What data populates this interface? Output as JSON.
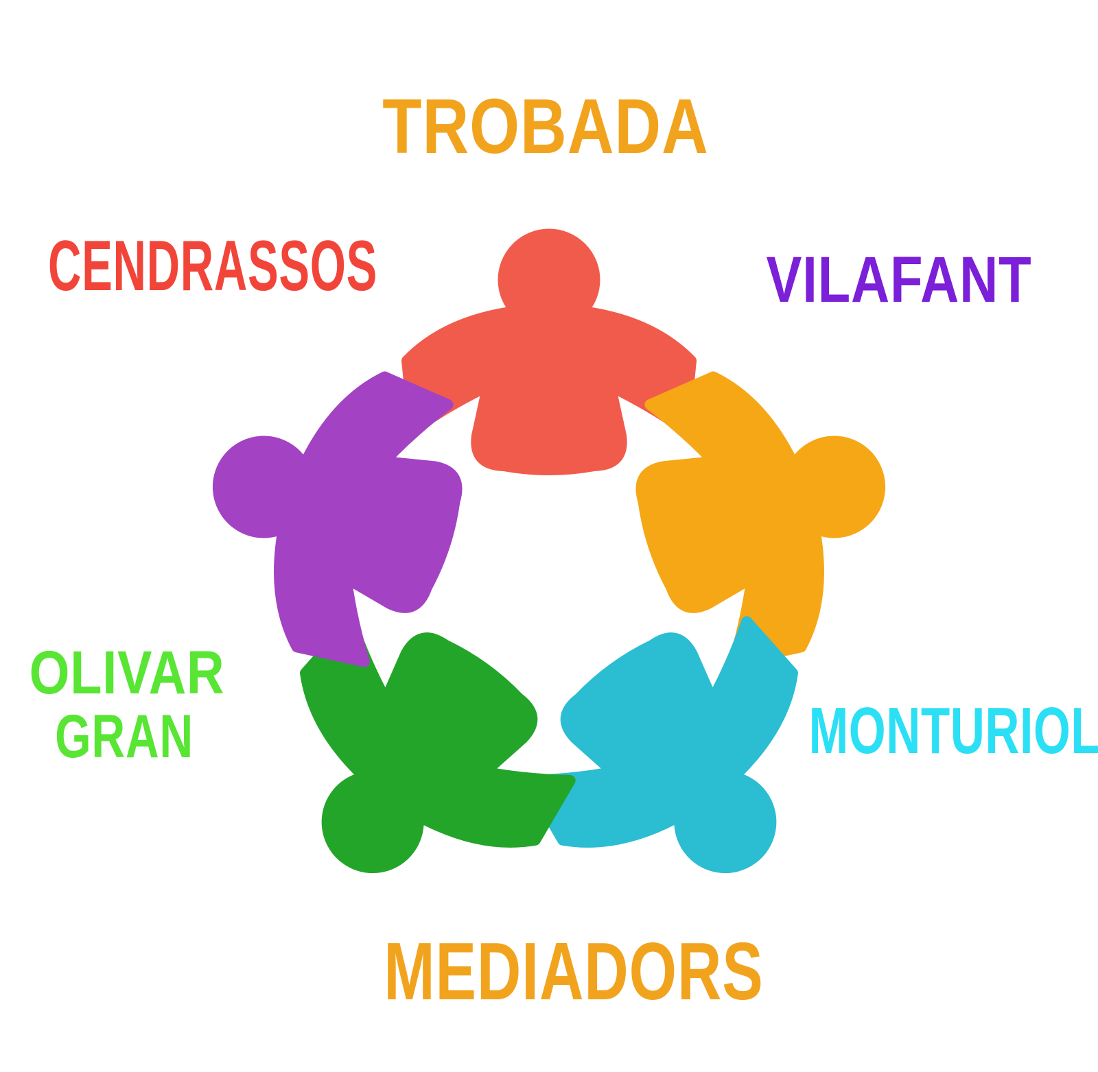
{
  "page": {
    "background": "#FFFFFF",
    "graphic": "five people holding hands in a circle"
  },
  "labels": {
    "top": {
      "text": "TROBADA",
      "color": "#F2A31D"
    },
    "upper_left": {
      "text": "CENDRASSOS",
      "color": "#F2453A"
    },
    "upper_right": {
      "text": "VILAFANT",
      "color": "#7B1FD8"
    },
    "left": {
      "line1": "OLIVAR",
      "line2": "GRAN",
      "color": "#58E534"
    },
    "right": {
      "text": "MONTURIOL",
      "color": "#2BDFF5"
    },
    "bottom": {
      "text": "MEDIADORS",
      "color": "#F2A31D"
    }
  },
  "figures": [
    {
      "position": "top",
      "color": "#F15B4C"
    },
    {
      "position": "upper-right",
      "color": "#F5A716"
    },
    {
      "position": "lower-right",
      "color": "#2BBDD2"
    },
    {
      "position": "lower-left",
      "color": "#23A52A"
    },
    {
      "position": "upper-left",
      "color": "#A342C3"
    }
  ]
}
